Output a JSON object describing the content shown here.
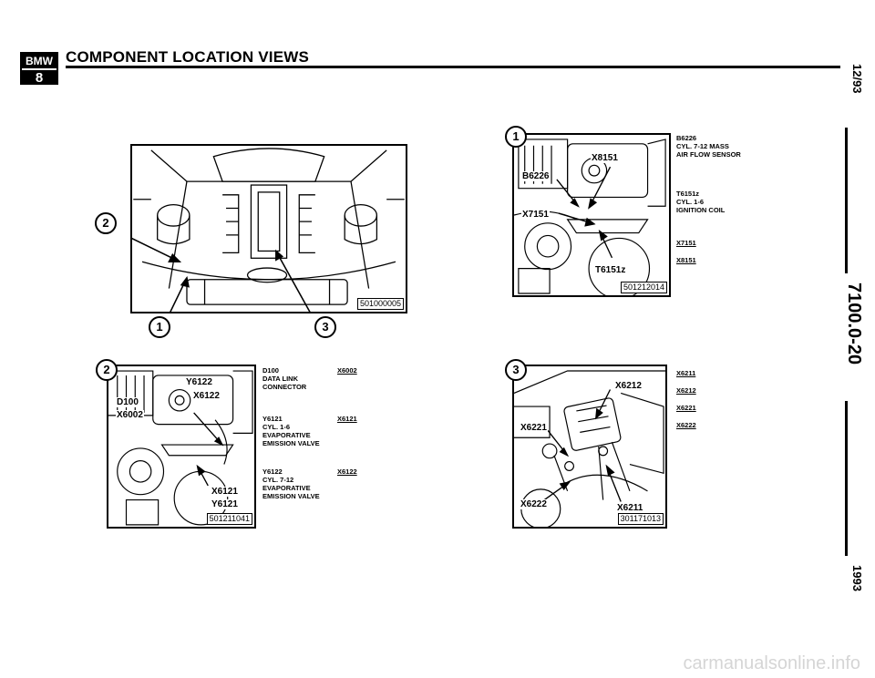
{
  "header": {
    "logo_top": "BMW",
    "logo_bottom": "8",
    "title": "COMPONENT LOCATION VIEWS"
  },
  "margin": {
    "date": "12/93",
    "section": "7100.0-20",
    "year": "1993"
  },
  "overview": {
    "figure_id": "501000005",
    "callouts": [
      "2",
      "1",
      "3"
    ]
  },
  "view1": {
    "marker": "1",
    "figure_id": "501212014",
    "labels": [
      "X8151",
      "B6226",
      "X7151",
      "T6151z"
    ],
    "legend": [
      {
        "code": "B6226",
        "lines": [
          "B6226",
          "CYL. 7-12 MASS",
          "AIR FLOW SENSOR"
        ]
      },
      {
        "code": "T6151z",
        "lines": [
          "T6151z",
          "CYL. 1-6",
          "IGNITION COIL"
        ]
      },
      {
        "code": "X7151",
        "lines": [
          "X7151"
        ]
      },
      {
        "code": "X8151",
        "lines": [
          "X8151"
        ]
      }
    ]
  },
  "view2": {
    "marker": "2",
    "figure_id": "501211041",
    "labels": [
      "Y6122",
      "X6122",
      "D100",
      "X6002",
      "X6121",
      "Y6121"
    ],
    "legend": [
      {
        "lines": [
          "D100",
          "DATA LINK",
          "CONNECTOR"
        ],
        "code": "X6002"
      },
      {
        "lines": [
          "Y6121",
          "CYL. 1-6",
          "EVAPORATIVE",
          "EMISSION VALVE"
        ],
        "code": "X6121"
      },
      {
        "lines": [
          "Y6122",
          "CYL. 7-12",
          "EVAPORATIVE",
          "EMISSION VALVE"
        ],
        "code": "X6122"
      }
    ]
  },
  "view3": {
    "marker": "3",
    "figure_id": "301171013",
    "labels": [
      "X6212",
      "X6221",
      "X6222",
      "X6211"
    ],
    "legend": [
      "X6211",
      "X6212",
      "X6221",
      "X6222"
    ]
  },
  "footer": "carmanualsonline.info"
}
